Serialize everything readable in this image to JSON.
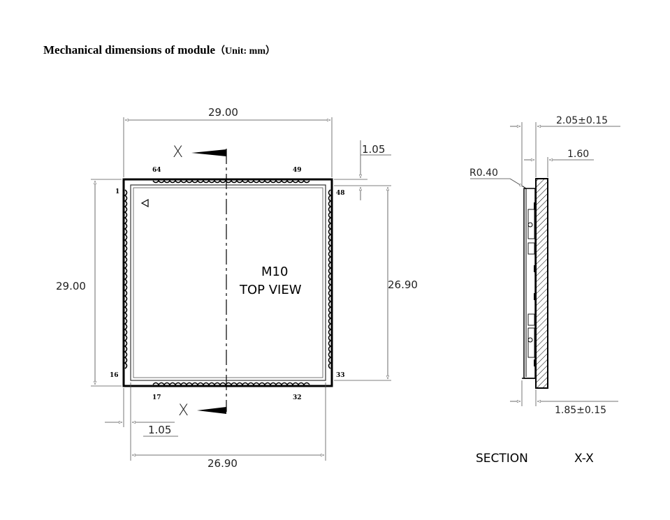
{
  "title": {
    "main": "Mechanical dimensions of module",
    "unit": "（Unit: mm）"
  },
  "top_view": {
    "width_top": "29.00",
    "height_left": "29.00",
    "inner_height_right": "26.90",
    "inner_width_bottom": "26.90",
    "offset_top_right": "1.05",
    "offset_bottom_left": "1.05",
    "model": "M10",
    "view_label": "TOP VIEW",
    "section_marker": "X",
    "pins": {
      "p1": "1",
      "p16": "16",
      "p17": "17",
      "p32": "32",
      "p33": "33",
      "p48": "48",
      "p49": "49",
      "p64": "64"
    }
  },
  "section_view": {
    "thickness_total": "2.05±0.15",
    "thickness_board": "1.60",
    "radius": "R0.40",
    "thickness_bottom": "1.85±0.15",
    "label": "SECTION",
    "label_suffix": "X-X"
  }
}
